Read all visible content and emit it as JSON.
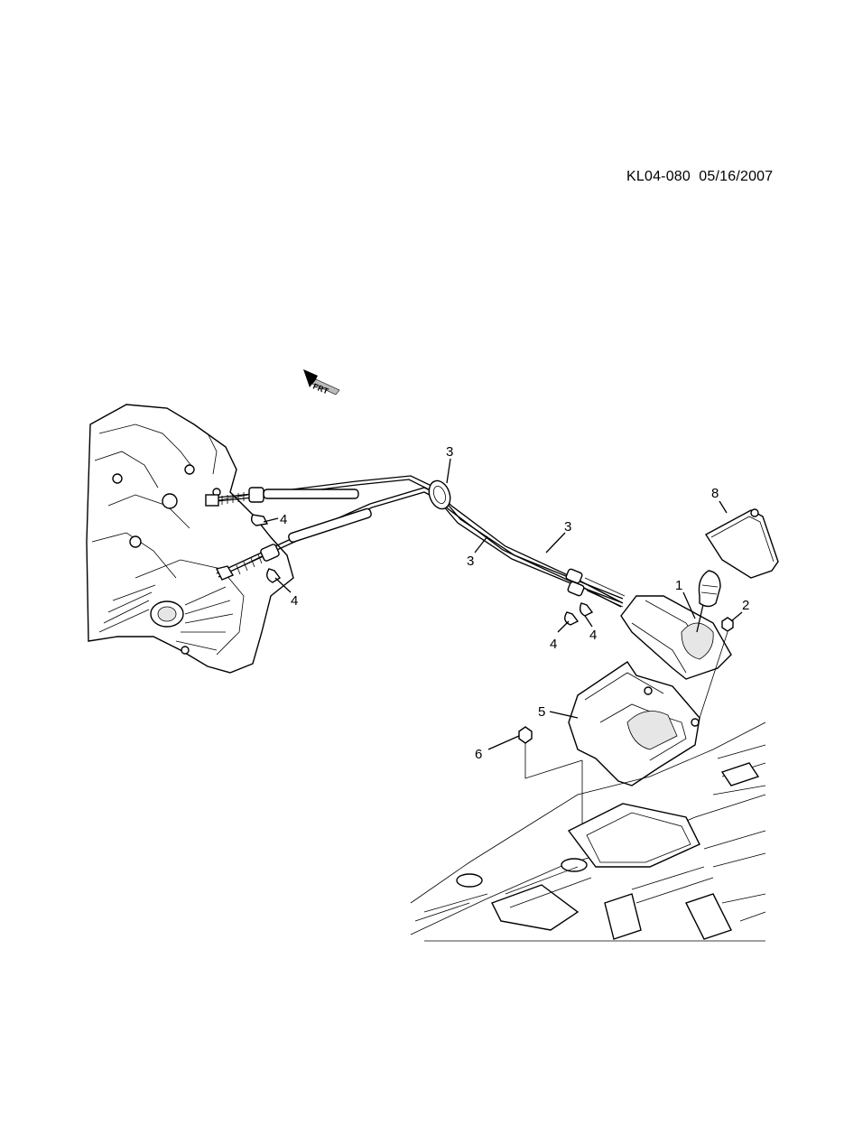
{
  "header": {
    "code": "KL04-080",
    "date": "05/16/2007"
  },
  "orientation": {
    "label": "FRT",
    "icon": "arrow-frt-icon"
  },
  "callouts": {
    "shift_control": "1",
    "nut_upper": "2",
    "cable_grommet": "3",
    "cable_upper": "3",
    "cable_lower": "3",
    "clip_trans_upper": "4",
    "clip_trans_lower": "4",
    "clip_shifter_left": "4",
    "clip_shifter_right": "4",
    "bracket": "5",
    "nut_lower": "6",
    "boot_cover": "8"
  }
}
